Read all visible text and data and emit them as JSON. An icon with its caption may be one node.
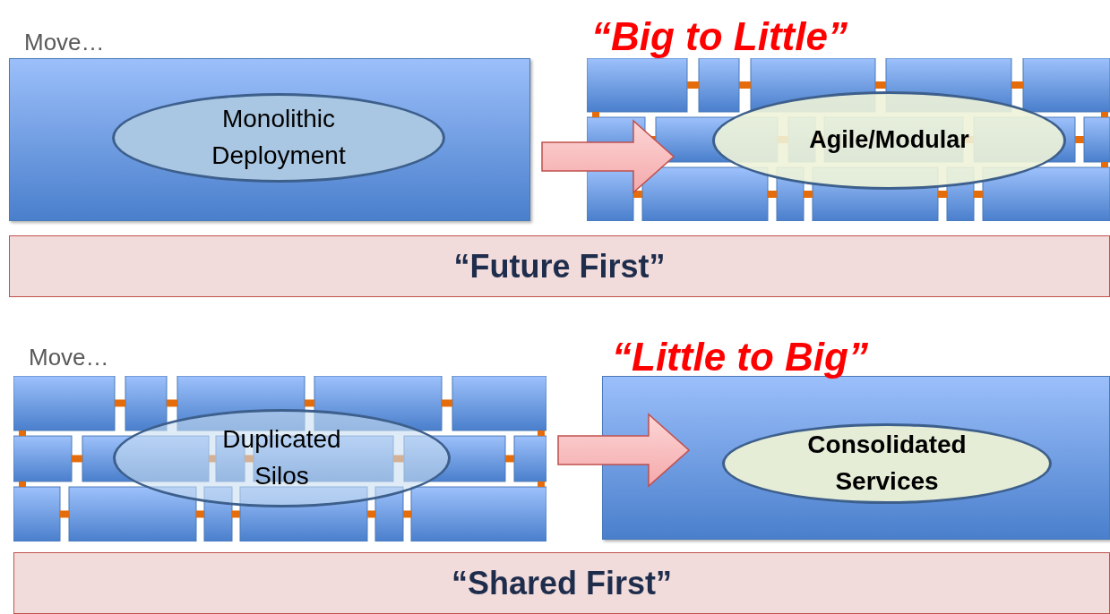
{
  "diagram": {
    "nodes": [
      {
        "text": [],
        "shape": "box"
      },
      {
        "text": [
          "Monolithic Deployment"
        ],
        "in": 0
      },
      {
        "text": [],
        "shape": "box"
      },
      {
        "text": [
          "Agile/Modular"
        ],
        "in": 2
      },
      {
        "text": [
          "“Future First”"
        ]
      },
      {
        "text": [],
        "shape": "box"
      },
      {
        "text": [
          "Duplicated Silos"
        ],
        "in": 5
      },
      {
        "text": [],
        "shape": "box"
      },
      {
        "text": [
          "Consolidated Services"
        ],
        "in": 7
      },
      {
        "text": [
          "“Shared First”"
        ]
      }
    ],
    "edges": [
      {
        "from": 0,
        "to": 2,
        "arrow": "to"
      },
      {
        "from": 5,
        "to": 7,
        "arrow": "to"
      }
    ],
    "labels": [
      "Move…",
      "“Big to Little”",
      "Move…",
      "“Little to Big”"
    ]
  }
}
